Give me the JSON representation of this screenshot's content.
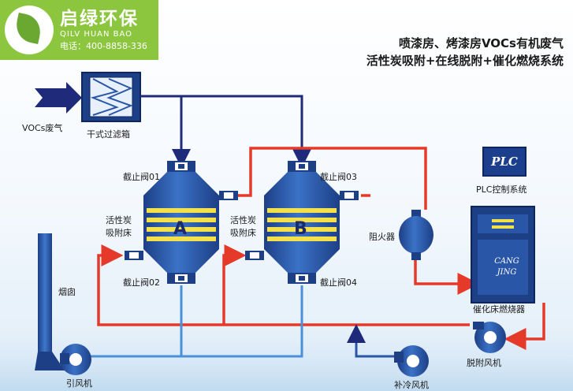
{
  "logo": {
    "brand_cn": "启绿环保",
    "brand_en": "QILV HUAN BAO",
    "phone": "电话：400-8858-336"
  },
  "title": {
    "line1": "喷漆房、烤漆房VOCs有机废气",
    "line2": "活性炭吸附+在线脱附+催化燃烧系统"
  },
  "labels": {
    "vocs_inlet": "VOCs废气",
    "dry_filter": "干式过滤箱",
    "valve_01": "截止阀01",
    "valve_02": "截止阀02",
    "valve_03": "截止阀03",
    "valve_04": "截止阀04",
    "bed_a_label": "活性炭\n吸附床",
    "bed_b_label": "活性炭\n吸附床",
    "bed_a_tag": "A",
    "bed_b_tag": "B",
    "flame_arrester": "阻火器",
    "plc_system": "PLC控制系统",
    "plc_box": "PLC",
    "burner_brand": "CANG\nJING",
    "catalytic_burner": "催化床燃烧器",
    "chimney": "烟囱",
    "induced_fan": "引风机",
    "desorption_fan": "脱附风机",
    "cooling_fan": "补冷风机"
  },
  "colors": {
    "logo_green": "#8cc63f",
    "exhaust_pipe": "#1f2a7a",
    "hot_pipe": "#e53a2a",
    "clean_pipe": "#4a90d9",
    "equipment_blue": "#2a56a8",
    "carbon_yellow": "#f2e14a"
  }
}
